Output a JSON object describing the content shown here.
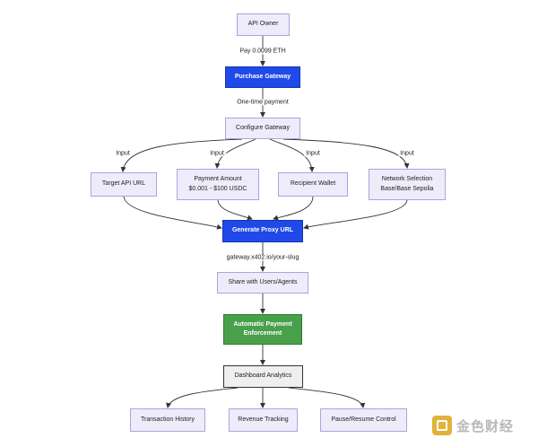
{
  "nodes": {
    "api_owner": "API Owner",
    "purchase_gateway": "Purchase Gateway",
    "configure_gateway": "Configure Gateway",
    "target_api_url": "Target API URL",
    "payment_amount_l1": "Payment Amount",
    "payment_amount_l2": "$0.001 - $100 USDC",
    "recipient_wallet": "Recipient Wallet",
    "network_selection_l1": "Network Selection",
    "network_selection_l2": "Base/Base Sepolia",
    "generate_proxy_url": "Generate Proxy URL",
    "share": "Share with Users/Agents",
    "auto_payment_l1": "Automatic Payment",
    "auto_payment_l2": "Enforcement",
    "dashboard": "Dashboard Analytics",
    "transaction_history": "Transaction History",
    "revenue_tracking": "Revenue Tracking",
    "pause_resume": "Pause/Resume Control"
  },
  "edge_labels": {
    "pay": "Pay 0.0099 ETH",
    "one_time": "One-time payment",
    "input_1": "Input",
    "input_2": "Input",
    "input_3": "Input",
    "input_4": "Input",
    "gateway_url": "gateway.x402.io/your-slug"
  },
  "colors": {
    "default_fill": "#eeecfb",
    "default_stroke": "#a9a4df",
    "highlight_blue": "#1f49e8",
    "highlight_green": "#48a04b",
    "dashboard_fill": "#efefef",
    "edge": "#333333"
  },
  "watermark": {
    "text": "金色财经",
    "icon": "jinse-logo-icon"
  }
}
